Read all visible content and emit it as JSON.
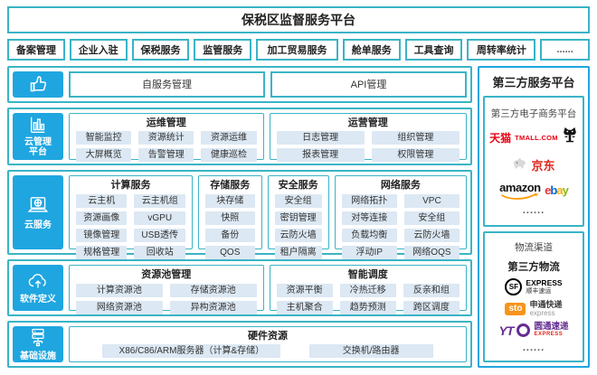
{
  "title": "保税区监督服务平台",
  "nav": {
    "items": [
      "备案管理",
      "企业入驻",
      "保税服务",
      "监管服务",
      "加工贸易服务",
      "舱单服务",
      "工具查询",
      "周转率统计",
      "......"
    ]
  },
  "self_service": {
    "items": [
      "自服务管理",
      "API管理"
    ]
  },
  "cloud_mgmt": {
    "label": "云管理平台",
    "sections": [
      {
        "title": "运维管理",
        "items": [
          "智能监控",
          "资源统计",
          "资源运维",
          "大屏概览",
          "告警管理",
          "健康巡检"
        ]
      },
      {
        "title": "运营管理",
        "items": [
          "日志管理",
          "组织管理",
          "报表管理",
          "权限管理"
        ]
      }
    ]
  },
  "cloud_services": {
    "label": "云服务",
    "sections": [
      {
        "title": "计算服务",
        "items": [
          "云主机",
          "云主机组",
          "资源画像",
          "vGPU",
          "镜像管理",
          "USB透传",
          "规格管理",
          "回收站"
        ]
      },
      {
        "title": "存储服务",
        "items": [
          "块存储",
          "快照",
          "备份",
          "QOS"
        ]
      },
      {
        "title": "安全服务",
        "items": [
          "安全组",
          "密钥管理",
          "云防火墙",
          "租户隔离"
        ]
      },
      {
        "title": "网络服务",
        "items": [
          "网络拓扑",
          "VPC",
          "对等连接",
          "安全组",
          "负载均衡",
          "云防火墙",
          "浮动IP",
          "网络OQS"
        ]
      }
    ]
  },
  "software_defined": {
    "label": "软件定义",
    "sections": [
      {
        "title": "资源池管理",
        "items": [
          "计算资源池",
          "存储资源池",
          "网络资源池",
          "异构资源池"
        ]
      },
      {
        "title": "智能调度",
        "items": [
          "资源平衡",
          "冷热迁移",
          "反亲和组",
          "主机聚合",
          "趋势预测",
          "跨区调度"
        ]
      }
    ]
  },
  "infrastructure": {
    "label": "基础设施",
    "section_title": "硬件资源",
    "server_item": "X86/C86/ARM服务器（计算&存储）",
    "switch_item": "交换机/路由器"
  },
  "third_party": {
    "header": "第三方服务平台",
    "ecommerce": {
      "title": "第三方电子商务平台",
      "tmall_cn": "天猫",
      "tmall_en": "TMALL.COM",
      "jd_cn": "京东",
      "amazon": "amazon",
      "ebay_letters": [
        "e",
        "b",
        "a",
        "y"
      ],
      "dots": "......"
    },
    "logistics": {
      "title": "物流渠道",
      "subtitle": "第三方物流",
      "sf_abbr": "SF",
      "sf_en": "EXPRESS",
      "sf_cn": "顺丰速运",
      "sto_abbr": "sto",
      "sto_cn": "申通快递",
      "sto_en": "express",
      "yto_abbr": "YT",
      "yto_cn": "圆通速递",
      "yto_en": "EXPRESS",
      "dots": "......"
    }
  },
  "colors": {
    "accent_blue": "#1fa6e0",
    "border_teal": "#3ab4c6",
    "chip_bg": "#dce8f3"
  }
}
